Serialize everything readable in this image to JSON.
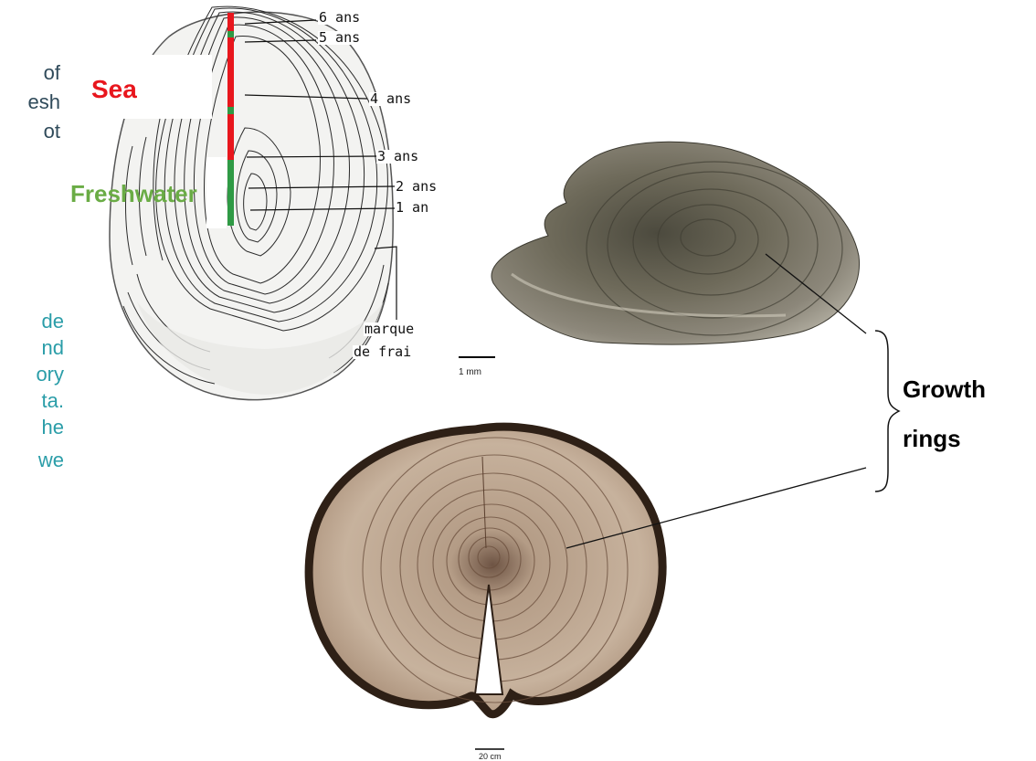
{
  "background_text": {
    "lines_dark": [
      "of",
      "esh",
      "ot"
    ],
    "lines_teal": [
      "de",
      "nd",
      "ory",
      "ta.",
      "he",
      "we"
    ]
  },
  "scale_labels": {
    "six": "6 ans",
    "five": "5 ans",
    "four": "4 ans",
    "three": "3 ans",
    "two": "2 ans",
    "one": "1 an",
    "spawn_1": "marque",
    "spawn_2": "de frai"
  },
  "labels": {
    "sea": "Sea",
    "freshwater": "Freshwater",
    "growth_1": "Growth",
    "growth_2": "rings"
  },
  "scale_bars": {
    "otolith": "1 mm",
    "tree": "20 cm"
  },
  "colors": {
    "sea": "#e8161d",
    "freshwater": "#6aac45",
    "teal_text": "#2a9da8",
    "dark_text": "#2f4a5a"
  }
}
